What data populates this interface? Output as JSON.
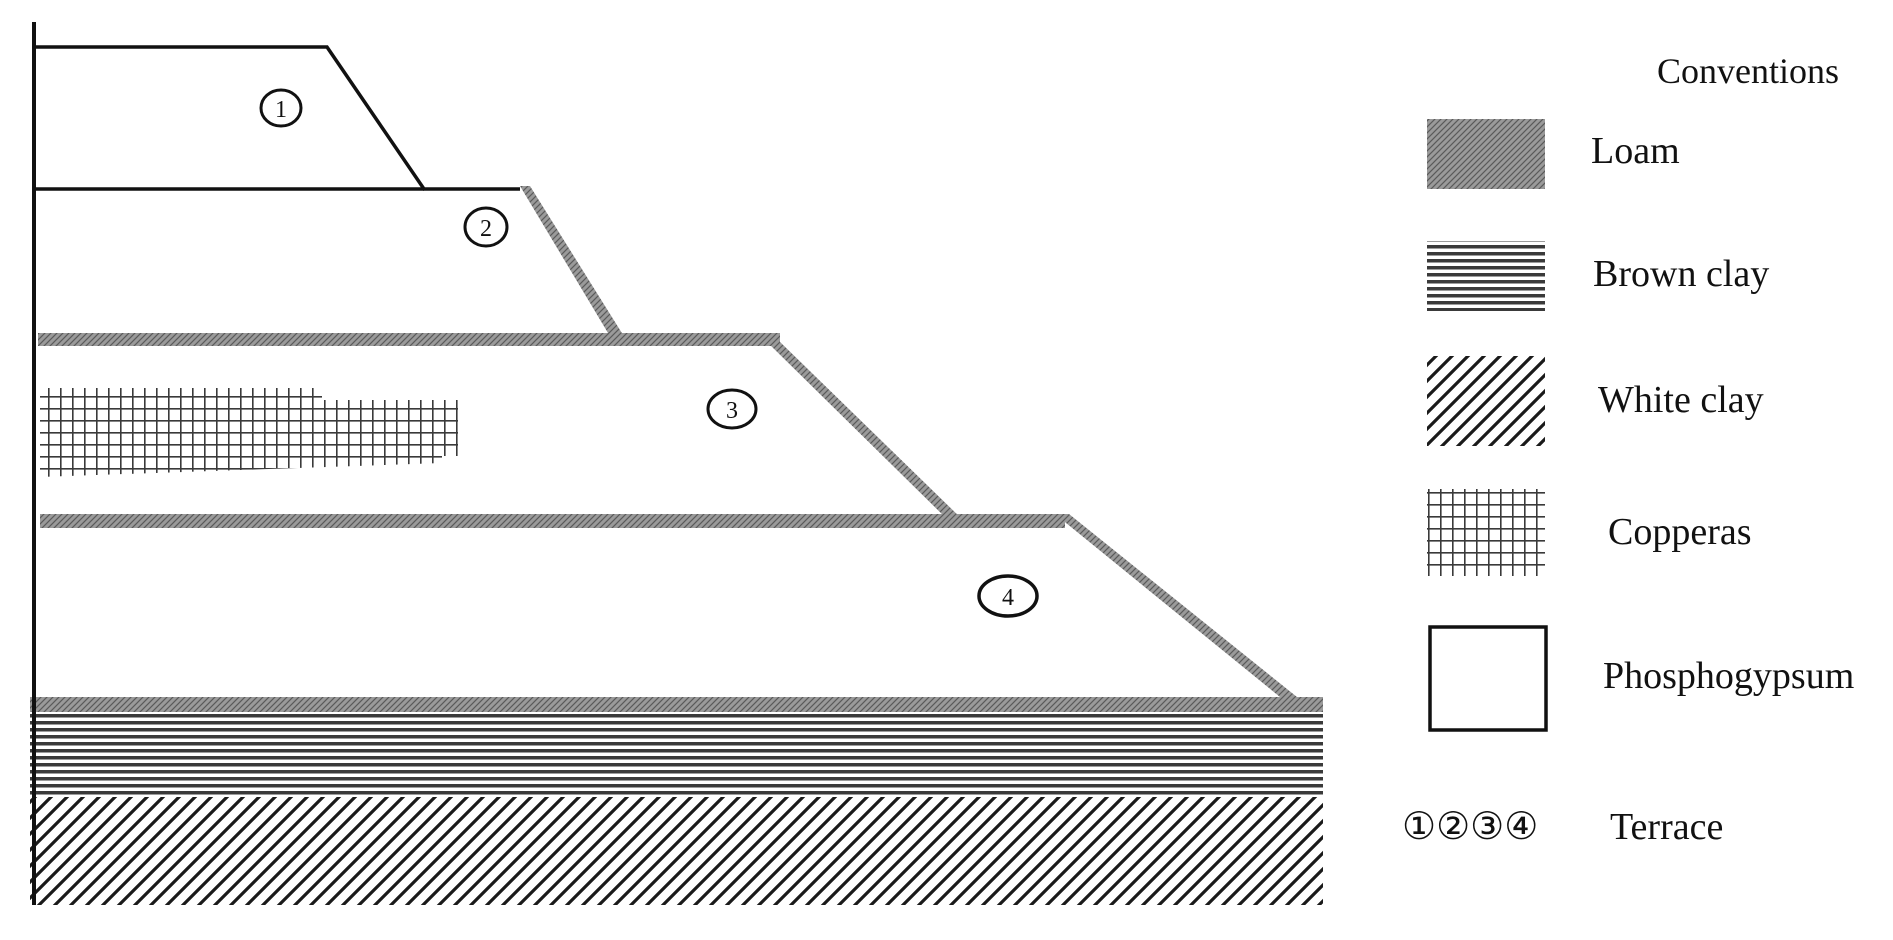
{
  "legend": {
    "title": "Conventions",
    "items": [
      {
        "key": "loam",
        "label": "Loam"
      },
      {
        "key": "brown_clay",
        "label": "Brown clay"
      },
      {
        "key": "white_clay",
        "label": "White clay"
      },
      {
        "key": "copperas",
        "label": "Copperas"
      },
      {
        "key": "phosphogypsum",
        "label": "Phosphogypsum"
      }
    ],
    "terrace_symbols": "①②③④",
    "terrace_label": "Terrace"
  },
  "terraces": [
    "1",
    "2",
    "3",
    "4"
  ]
}
